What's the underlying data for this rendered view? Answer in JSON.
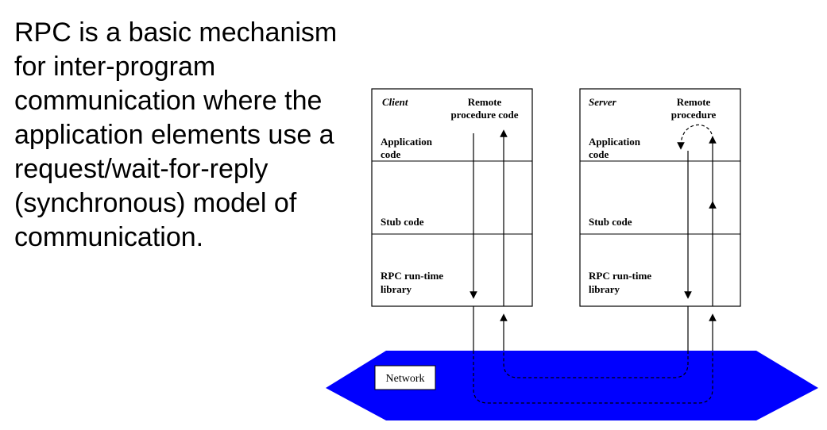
{
  "intro_lines": [
    "RPC is a basic mechanism",
    "for inter-program",
    "communication where the",
    "application elements use a",
    "request/wait-for-reply",
    "(synchronous) model of",
    "communication."
  ],
  "client_box": {
    "title": "Client",
    "remote_line1": "Remote",
    "remote_line2": "procedure  code",
    "application_line1": "Application",
    "application_line2": "code",
    "stub": "Stub code",
    "rpc_line1": "RPC run-time",
    "rpc_line2": "library"
  },
  "server_box": {
    "title": "Server",
    "remote_line1": "Remote",
    "remote_line2": "procedure",
    "application_line1": "Application",
    "application_line2": "code",
    "stub": "Stub code",
    "rpc_line1": "RPC run-time",
    "rpc_line2": "library"
  },
  "network": {
    "label": "Network",
    "color": "#0000ff"
  }
}
